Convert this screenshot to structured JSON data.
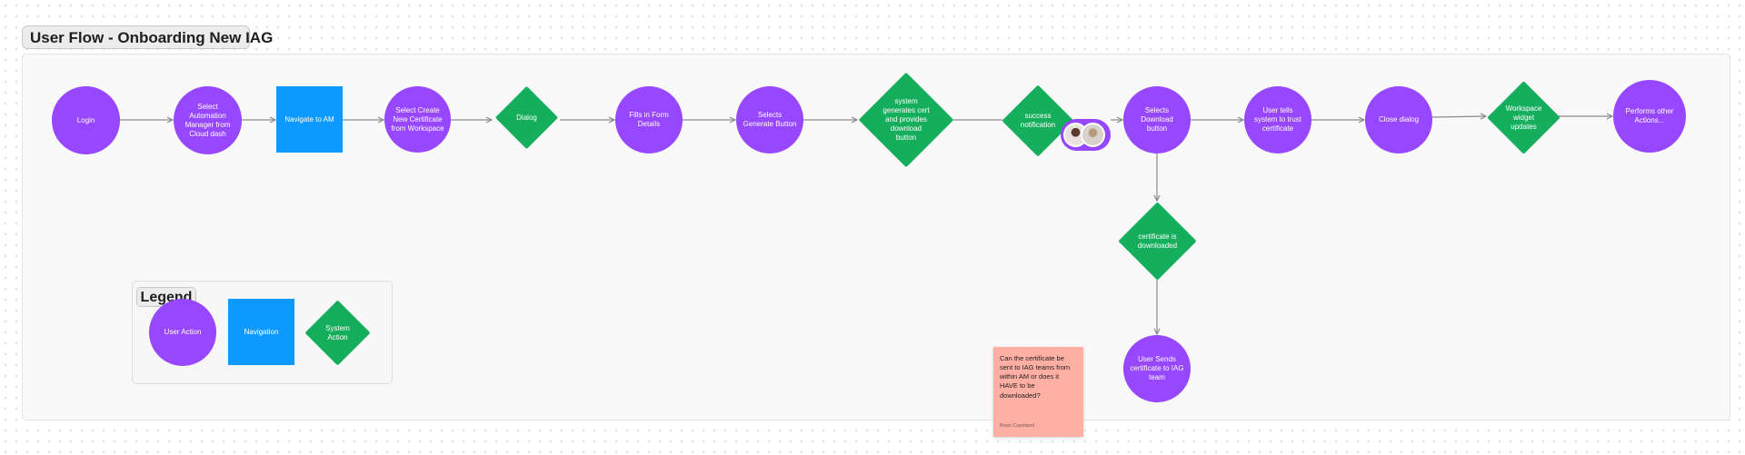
{
  "frame": {
    "title": "User Flow - Onboarding New IAG"
  },
  "nodes": {
    "login": "Login",
    "select_am": "Select Automation Manager from Cloud dash",
    "navigate_am": "Navigate to AM",
    "select_create_cert": "Select Create New Certificate from Workspace",
    "dialog": "Dialog",
    "fills_form": "Fills in Form Details",
    "selects_generate": "Selects Generate Button",
    "system_generates": "system generates cert and provides download button",
    "success_notification": "success notification",
    "selects_download": "Selects Download button",
    "user_tells_trust": "User tells system to trust certificate",
    "close_dialog": "Close dialog",
    "workspace_widget": "Workspace widget updates",
    "performs_other": "Performs other Actions...",
    "cert_downloaded": "certificate is downloaded",
    "sends_cert": "User Sends certificate to IAG team"
  },
  "legend": {
    "title": "Legend",
    "user_action": "User Action",
    "navigation": "Navigation",
    "system_action": "System Action"
  },
  "sticky_note": {
    "text": "Can the certificate be sent to IAG teams from within AM or does it HAVE to be downloaded?",
    "author": "Brian Copeland"
  },
  "colors": {
    "user_action": "#9747ff",
    "navigation": "#0d99ff",
    "system_action": "#14ae5c",
    "sticky": "#ffafa3",
    "connector": "#8a8a8a"
  }
}
